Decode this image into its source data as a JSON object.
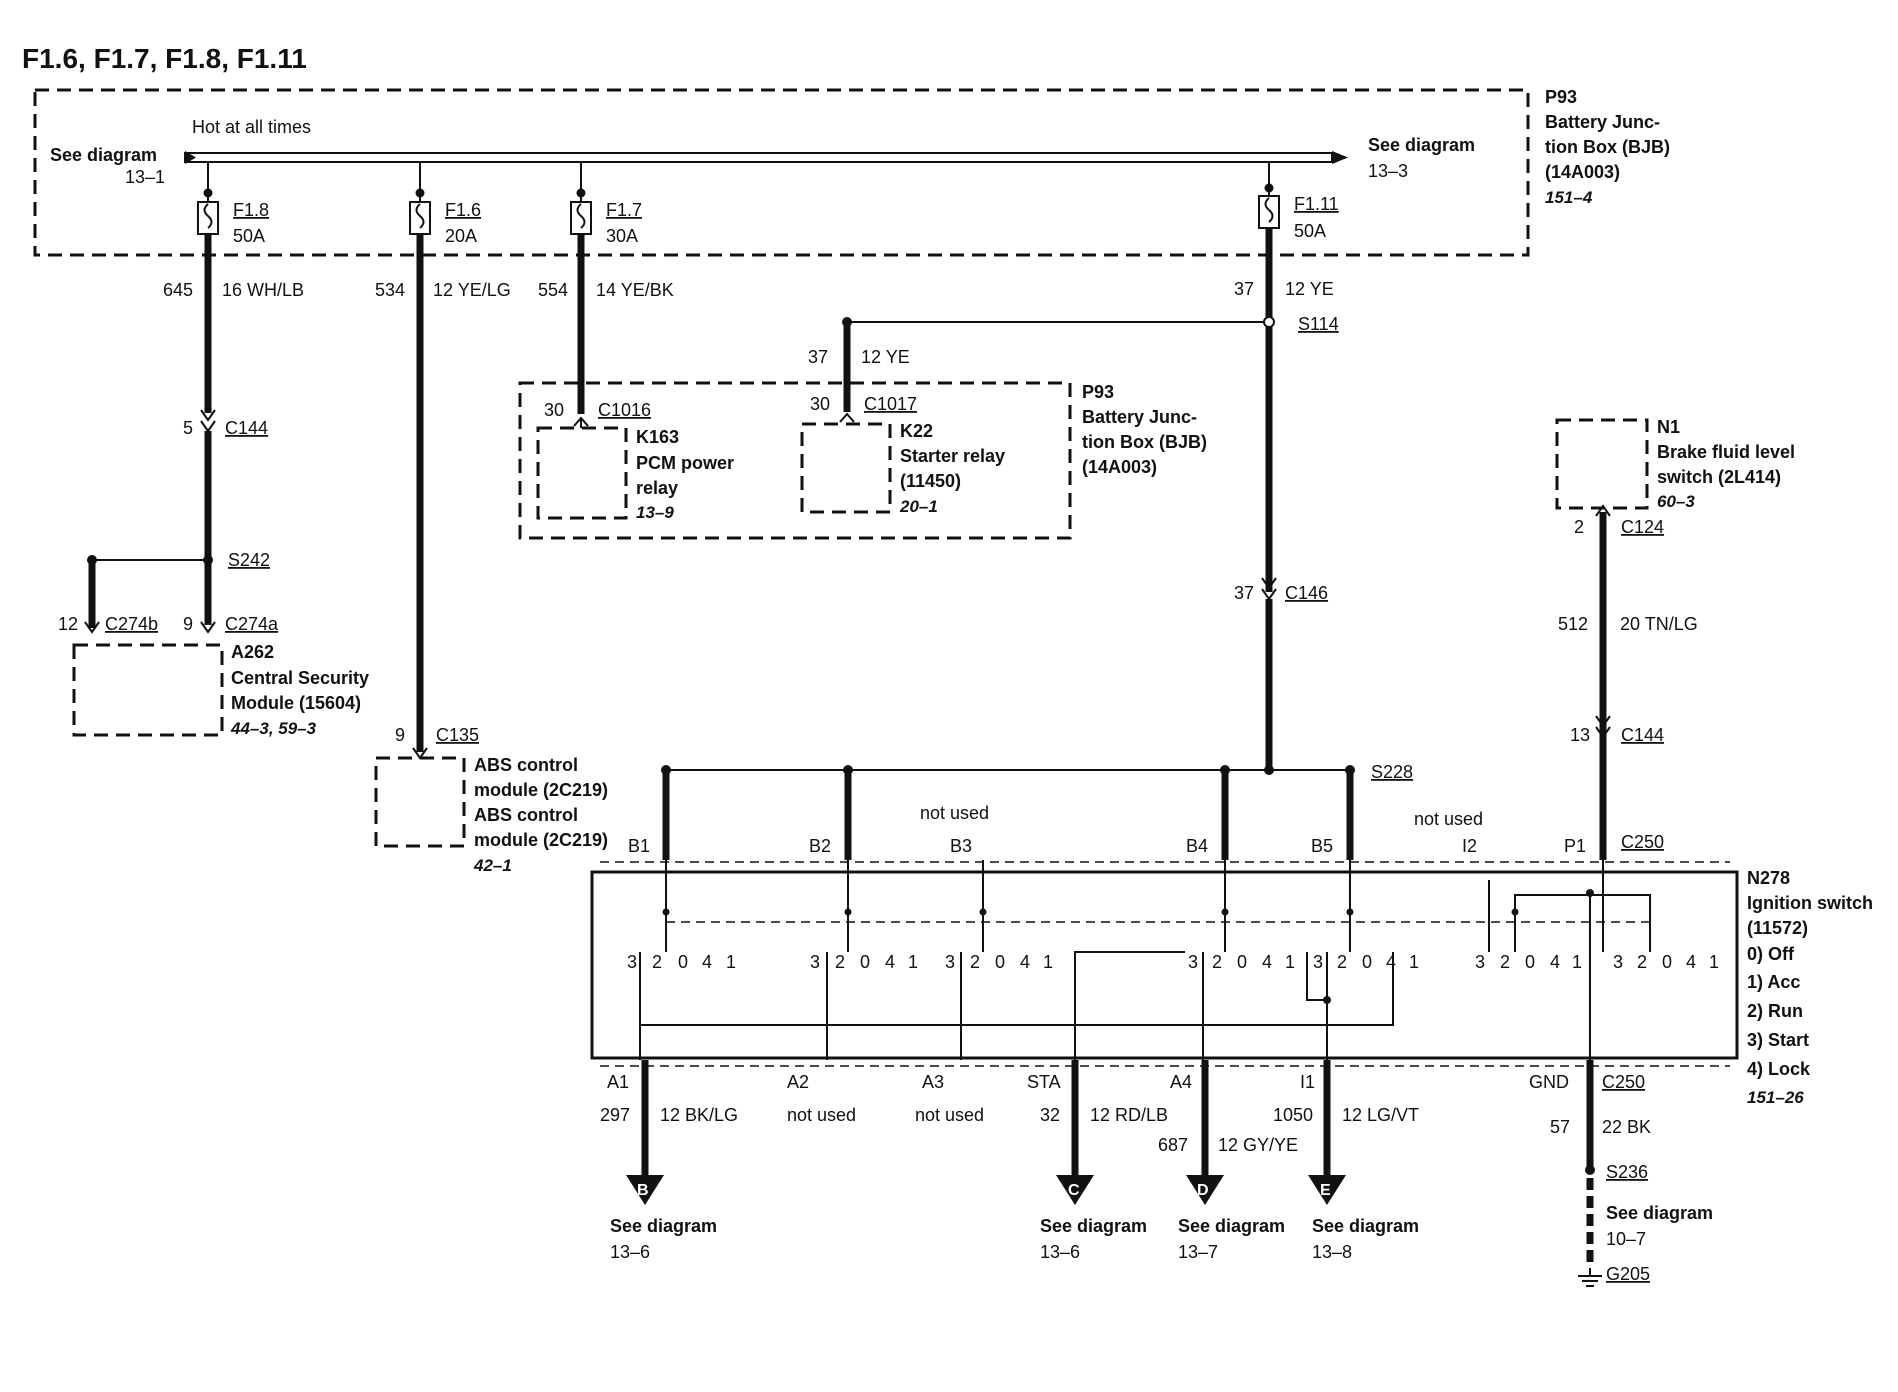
{
  "title": "F1.6, F1.7, F1.8, F1.11",
  "bjb_top": {
    "hot_label": "Hot at all times",
    "left_see": "See diagram",
    "left_ref": "13–1",
    "right_see": "See diagram",
    "right_ref": "13–3",
    "id": "P93",
    "name1": "Battery Junc-",
    "name2": "tion Box (BJB)",
    "part": "(14A003)",
    "ref": "151–4"
  },
  "fuses": [
    {
      "name": "F1.8",
      "amps": "50A"
    },
    {
      "name": "F1.6",
      "amps": "20A"
    },
    {
      "name": "F1.7",
      "amps": "30A"
    },
    {
      "name": "F1.11",
      "amps": "50A"
    }
  ],
  "circuits": [
    {
      "num": "645",
      "color": "16 WH/LB"
    },
    {
      "num": "534",
      "color": "12 YE/LG"
    },
    {
      "num": "554",
      "color": "14 YE/BK"
    },
    {
      "num": "37",
      "color": "12 YE"
    }
  ],
  "splices": {
    "s114": "S114",
    "s242": "S242",
    "s228": "S228",
    "s236": "S236"
  },
  "relay_box": {
    "circuit_num": "37",
    "circuit_color": "12 YE",
    "pin1": "30",
    "conn1": "C1016",
    "pin2": "30",
    "conn2": "C1017",
    "k163_id": "K163",
    "k163_l1": "PCM power",
    "k163_l2": "relay",
    "k163_ref": "13–9",
    "k22_id": "K22",
    "k22_l1": "Starter relay",
    "k22_l2": "(11450)",
    "k22_ref": "20–1",
    "id": "P93",
    "name1": "Battery Junc-",
    "name2": "tion Box (BJB)",
    "part": "(14A003)"
  },
  "csm": {
    "pin_c144": "5",
    "c144": "C144",
    "pin_b": "12",
    "conn_b": "C274b",
    "pin_a": "9",
    "conn_a": "C274a",
    "id": "A262",
    "name1": "Central Security",
    "name2": "Module (15604)",
    "ref": "44–3, 59–3"
  },
  "abs": {
    "pin": "9",
    "conn": "C135",
    "l1": "ABS control",
    "l2": "module (2C219)",
    "l3": "ABS control",
    "l4": "module (2C219)",
    "ref": "42–1"
  },
  "c146": {
    "pin": "37",
    "conn": "C146"
  },
  "n1": {
    "id": "N1",
    "l1": "Brake fluid level",
    "l2": "switch (2L414)",
    "ref": "60–3",
    "pin": "2",
    "conn": "C124",
    "circuit_num": "512",
    "circuit_color": "20 TN/LG",
    "pin2": "13",
    "conn2": "C144"
  },
  "ign": {
    "top_pins": [
      "B1",
      "B2",
      "B3",
      "B4",
      "B5",
      "I2",
      "P1"
    ],
    "conn_top": "C250",
    "not_used_1": "not used",
    "not_used_2": "not used",
    "id": "N278",
    "name": "Ignition switch",
    "part": "(11572)",
    "positions": [
      "0)   Off",
      "1)   Acc",
      "2)   Run",
      "3)   Start",
      "4)   Lock"
    ],
    "ref": "151–26",
    "contact_digits": [
      "3",
      "2",
      "0",
      "4",
      "1"
    ],
    "bottom_pins": [
      "A1",
      "A2",
      "A3",
      "STA",
      "A4",
      "I1",
      "GND"
    ],
    "conn_bottom": "C250"
  },
  "outputs": [
    {
      "num": "297",
      "color": "12 BK/LG",
      "letter": "B",
      "see": "See diagram",
      "ref": "13–6"
    },
    {
      "label": "not used"
    },
    {
      "label": "not used"
    },
    {
      "num": "32",
      "color": "12 RD/LB",
      "letter": "C",
      "see": "See diagram",
      "ref": "13–6"
    },
    {
      "num": "687",
      "color": "12 GY/YE",
      "letter": "D",
      "see": "See diagram",
      "ref": "13–7"
    },
    {
      "num": "1050",
      "color": "12 LG/VT",
      "letter": "E",
      "see": "See diagram",
      "ref": "13–8"
    }
  ],
  "ground": {
    "num": "57",
    "color": "22 BK",
    "see": "See diagram",
    "ref": "10–7",
    "g": "G205"
  }
}
